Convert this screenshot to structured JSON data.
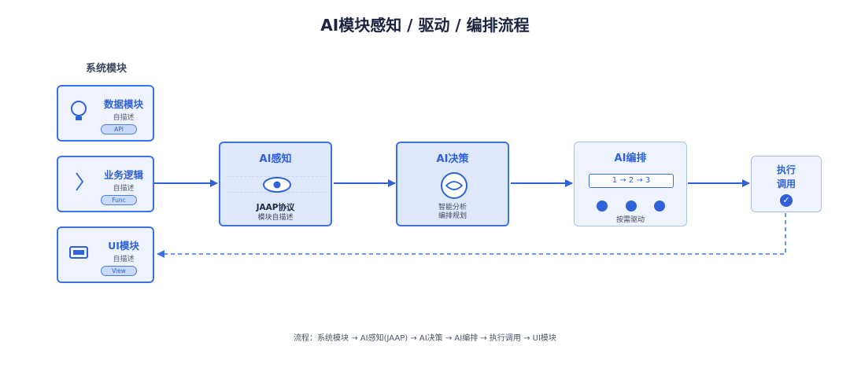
{
  "title": "AI模块感知 / 驱动 / 编排流程",
  "sidebar_title": "系统模块",
  "modules": [
    {
      "name": "数据模块",
      "desc": "自描述",
      "tag": "API",
      "icon": "lightbulb-icon"
    },
    {
      "name": "业务逻辑",
      "desc": "自描述",
      "tag": "Func",
      "icon": "chevron-right-icon"
    },
    {
      "name": "UI模块",
      "desc": "自描述",
      "tag": "View",
      "icon": "monitor-icon"
    }
  ],
  "stages": {
    "perception": {
      "name": "AI感知",
      "protocol": "JAAP协议",
      "desc": "模块自描述",
      "icon": "eye-icon"
    },
    "decision": {
      "name": "AI决策",
      "line1": "智能分析",
      "line2": "编排规划",
      "icon": "lens-icon"
    },
    "orchestration": {
      "name": "AI编排",
      "sequence": "1 → 2 → 3",
      "desc": "按需驱动",
      "icon": "dots-icon"
    },
    "execution": {
      "name_line1": "执行",
      "name_line2": "调用",
      "check": "✓",
      "icon": "check-icon"
    }
  },
  "footer": "流程：系统模块 → AI感知(JAAP) → AI决策 → AI编排 → 执行调用 → UI模块",
  "colors": {
    "accent": "#2f62d8",
    "border": "#3b73e6",
    "fill": "#dfe8fb",
    "light_fill": "#eef3fd"
  }
}
